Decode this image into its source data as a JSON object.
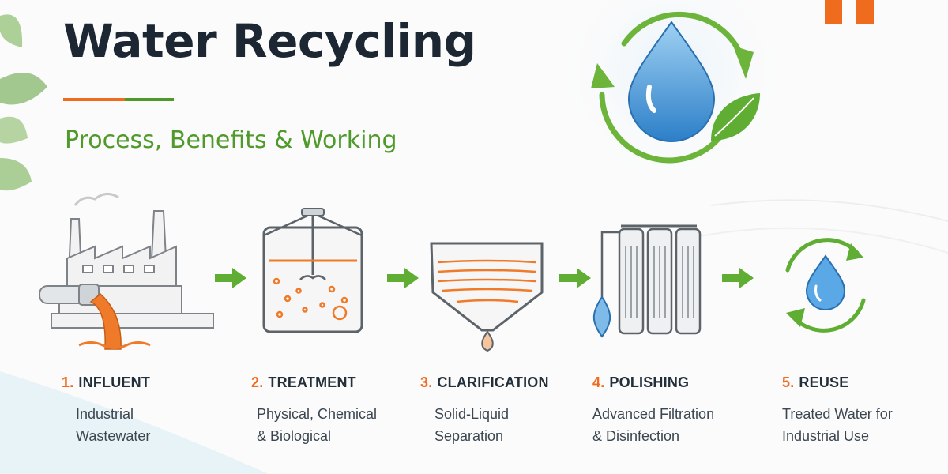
{
  "header": {
    "title": "Water Recycling",
    "subtitle": "Process, Benefits & Working"
  },
  "colors": {
    "accent_orange": "#ef6b1e",
    "accent_green": "#4c9a2a",
    "water_blue": "#3a8fd4",
    "text_dark": "#1c2733"
  },
  "icons": {
    "hero": "water-drop-recycle-icon",
    "step1": "factory-icon",
    "step2": "treatment-tank-icon",
    "step3": "clarifier-icon",
    "step4": "filter-cartridges-icon",
    "step5": "reuse-cycle-icon",
    "arrow": "arrow-right-icon"
  },
  "steps": [
    {
      "number": "1.",
      "title": "INFLUENT",
      "desc_line1": "Industrial",
      "desc_line2": "Wastewater"
    },
    {
      "number": "2.",
      "title": "TREATMENT",
      "desc_line1": "Physical, Chemical",
      "desc_line2": "& Biological"
    },
    {
      "number": "3.",
      "title": "CLARIFICATION",
      "desc_line1": "Solid-Liquid",
      "desc_line2": "Separation"
    },
    {
      "number": "4.",
      "title": "POLISHING",
      "desc_line1": "Advanced Filtration",
      "desc_line2": "& Disinfection"
    },
    {
      "number": "5.",
      "title": "REUSE",
      "desc_line1": "Treated Water for",
      "desc_line2": "Industrial Use"
    }
  ]
}
